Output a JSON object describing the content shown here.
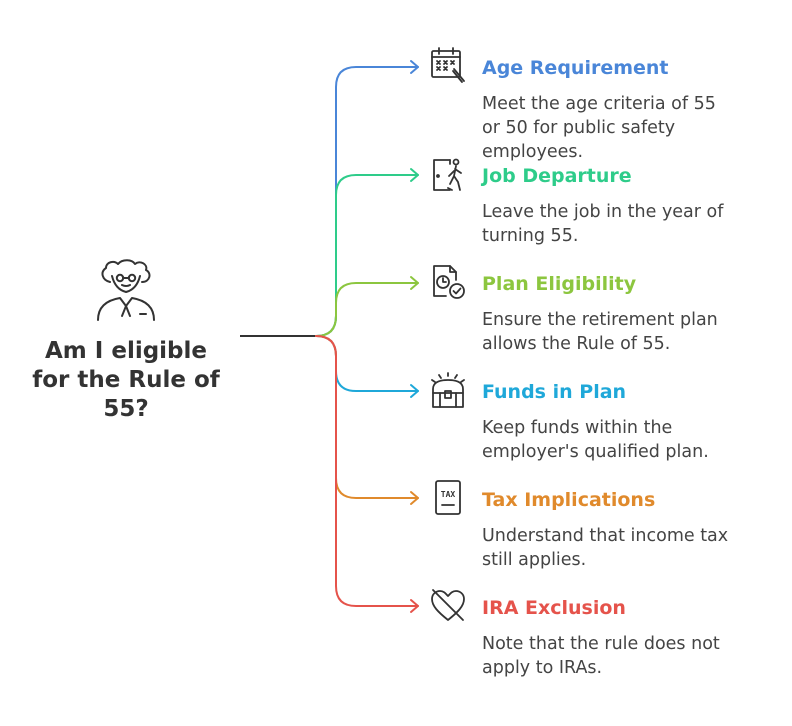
{
  "question": {
    "line1": "Am I eligible",
    "line2": "for the Rule of",
    "line3": "55?"
  },
  "items": [
    {
      "title": "Age Requirement",
      "color": "#4a86d8",
      "icon": "calendar-icon",
      "desc": [
        "Meet the age criteria of 55",
        "or 50 for public safety",
        "employees."
      ]
    },
    {
      "title": "Job Departure",
      "color": "#2ecc8a",
      "icon": "exit-door-icon",
      "desc": [
        "Leave the job in the year of",
        "turning 55."
      ]
    },
    {
      "title": "Plan Eligibility",
      "color": "#8cc63f",
      "icon": "document-check-icon",
      "desc": [
        "Ensure the retirement plan",
        "allows the Rule of 55."
      ]
    },
    {
      "title": "Funds in Plan",
      "color": "#1fa8d9",
      "icon": "treasure-chest-icon",
      "desc": [
        "Keep funds within the",
        "employer's qualified plan."
      ]
    },
    {
      "title": "Tax Implications",
      "color": "#e08a2c",
      "icon": "tax-document-icon",
      "desc": [
        "Understand that income tax",
        "still applies."
      ]
    },
    {
      "title": "IRA Exclusion",
      "color": "#e5534b",
      "icon": "broken-heart-icon",
      "desc": [
        "Note that the rule does not",
        "apply to IRAs."
      ]
    }
  ],
  "center_icon": "elderly-person-icon"
}
